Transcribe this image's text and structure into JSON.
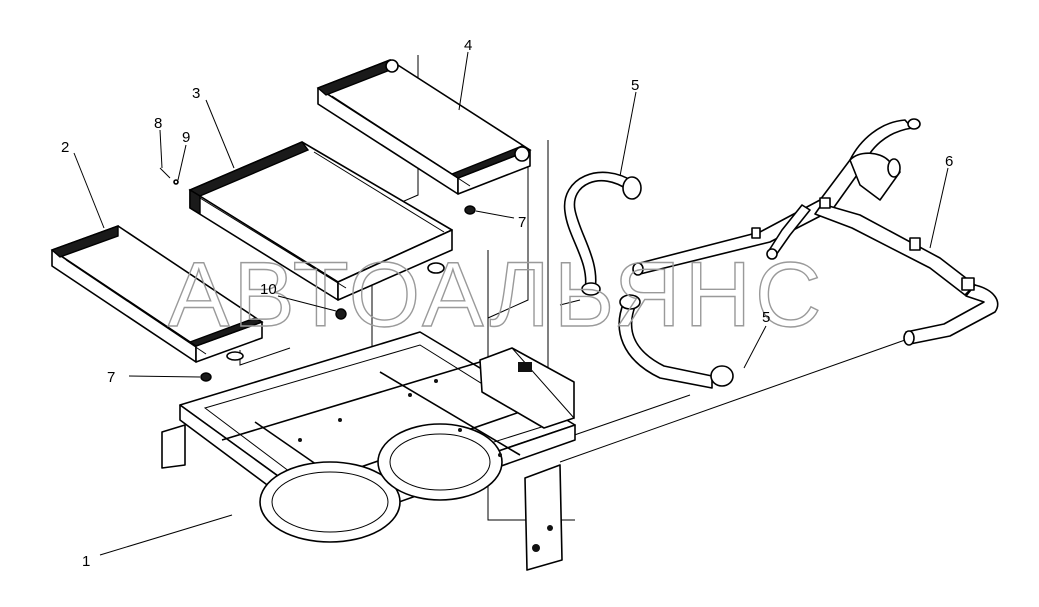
{
  "watermark": "АВТОАЛЬЯНС",
  "callouts": {
    "c1": "1",
    "c2": "2",
    "c3": "3",
    "c4": "4",
    "c5a": "5",
    "c5b": "5",
    "c6": "6",
    "c7a": "7",
    "c7b": "7",
    "c8": "8",
    "c9": "9",
    "c10": "10"
  }
}
